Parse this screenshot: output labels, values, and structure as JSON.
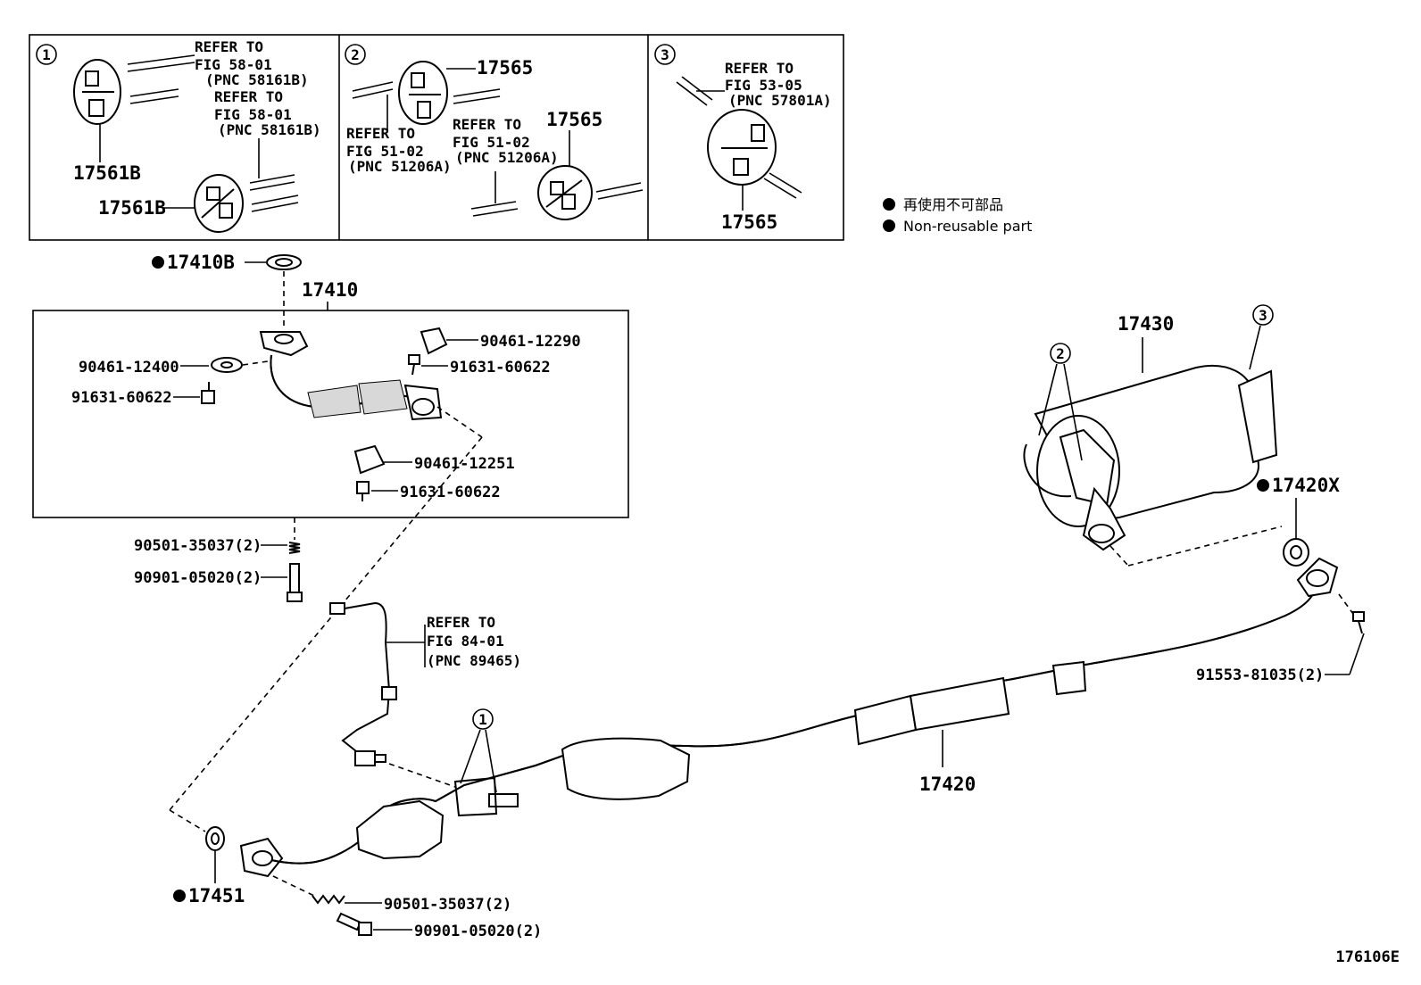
{
  "diagram_code": "176106E",
  "legend": {
    "jp_label": "再使用不可部品",
    "en_label": "Non-reusable part"
  },
  "insets": [
    {
      "number": "1",
      "parts": [
        "17561B",
        "17561B"
      ],
      "refs": [
        {
          "line1": "REFER TO",
          "line2": "FIG 58-01",
          "line3": "(PNC 58161B)"
        },
        {
          "line1": "REFER TO",
          "line2": "FIG 58-01",
          "line3": "(PNC 58161B)"
        }
      ]
    },
    {
      "number": "2",
      "parts": [
        "17565",
        "17565"
      ],
      "refs": [
        {
          "line1": "REFER TO",
          "line2": "FIG 51-02",
          "line3": "(PNC 51206A)"
        },
        {
          "line1": "REFER TO",
          "line2": "FIG 51-02",
          "line3": "(PNC 51206A)"
        }
      ]
    },
    {
      "number": "3",
      "parts": [
        "17565"
      ],
      "refs": [
        {
          "line1": "REFER TO",
          "line2": "FIG 53-05",
          "line3": "(PNC 57801A)"
        }
      ]
    }
  ],
  "labels": {
    "p17410B": "17410B",
    "p17410": "17410",
    "p90461_12290": "90461-12290",
    "p91631_60622_a": "91631-60622",
    "p90461_12400": "90461-12400",
    "p91631_60622_b": "91631-60622",
    "p90461_12251": "90461-12251",
    "p91631_60622_c": "91631-60622",
    "p90501_35037_a": "90501-35037(2)",
    "p90901_05020_a": "90901-05020(2)",
    "p17430": "17430",
    "p17420X": "17420X",
    "p91553_81035": "91553-81035(2)",
    "p17420": "17420",
    "p17451": "17451",
    "p90501_35037_b": "90501-35037(2)",
    "p90901_05020_b": "90901-05020(2)",
    "callout_1": "1",
    "callout_2": "2",
    "callout_3": "3"
  },
  "sensor_ref": {
    "line1": "REFER TO",
    "line2": "FIG 84-01",
    "line3": "(PNC 89465)"
  }
}
